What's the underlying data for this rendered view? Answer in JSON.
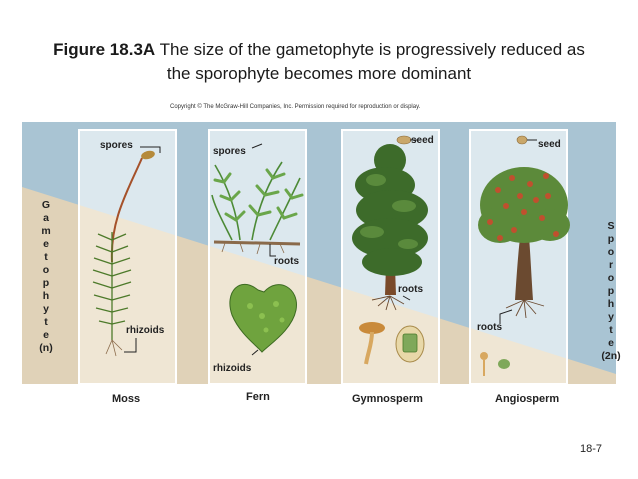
{
  "figure": {
    "number": "Figure 18.3A",
    "caption_line1": "The size of the gametophyte is progressively reduced as",
    "caption_line2": "the sporophyte becomes more dominant",
    "copyright": "Copyright © The McGraw-Hill Companies, Inc. Permission required for reproduction or display."
  },
  "side_labels": {
    "left_letters": [
      "G",
      "a",
      "m",
      "e",
      "t",
      "o",
      "p",
      "h",
      "y",
      "t",
      "e",
      "(n)"
    ],
    "right_letters": [
      "S",
      "p",
      "o",
      "r",
      "o",
      "p",
      "h",
      "y",
      "t",
      "e",
      "(2n)"
    ]
  },
  "labels": {
    "moss_spores": "spores",
    "moss_rhizoids": "rhizoids",
    "fern_spores": "spores",
    "fern_roots": "roots",
    "fern_rhizoids": "rhizoids",
    "gymno_seed": "seed",
    "gymno_roots": "roots",
    "angio_seed": "seed",
    "angio_roots": "roots"
  },
  "panels": [
    "Moss",
    "Fern",
    "Gymnosperm",
    "Angiosperm"
  ],
  "slide_number": "18-7",
  "colors": {
    "sporophyte_bg": "#a9c4d3",
    "gametophyte_bg": "#e0d2b8",
    "panel_sky": "#dce8ee",
    "panel_ground": "#efe6d4",
    "foliage": "#5c8a3a",
    "fruit": "#c0502e"
  }
}
